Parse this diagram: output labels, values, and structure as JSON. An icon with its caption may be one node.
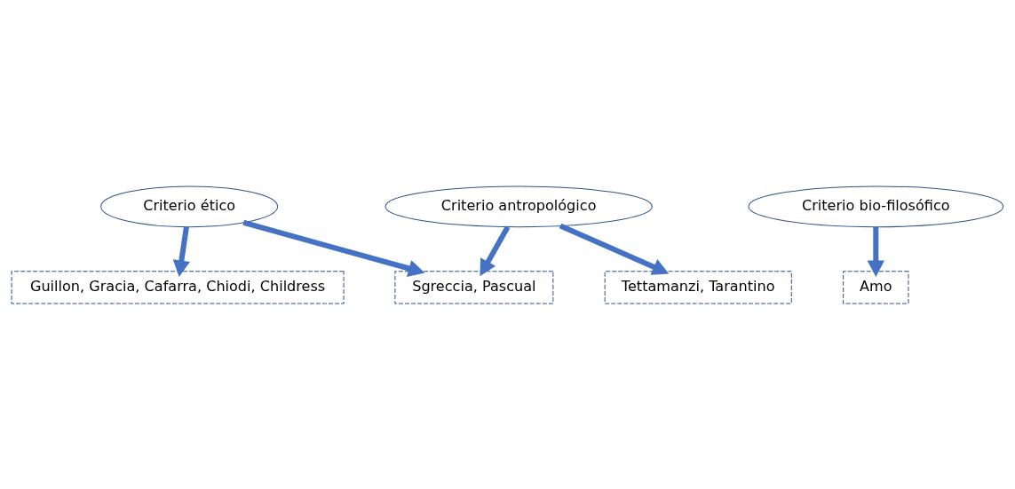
{
  "diagram": {
    "nodes": [
      {
        "text": [
          "Criterio ético"
        ]
      },
      {
        "text": [
          "Sgreccia, Pascual"
        ]
      },
      {
        "text": [
          "Guillon, Gracia, Cafarra, Chiodi, Childress"
        ]
      },
      {
        "text": [
          "Criterio antropológico"
        ]
      },
      {
        "text": [
          "Criterio bio-filosófico"
        ]
      },
      {
        "text": [
          "Tettamanzi, Tarantino"
        ]
      },
      {
        "text": [
          "Amo"
        ]
      }
    ],
    "edges": [
      {
        "from": 0,
        "to": 1,
        "arrow": "to"
      },
      {
        "from": 0,
        "to": 2,
        "arrow": "to"
      },
      {
        "from": 3,
        "to": 1,
        "arrow": "to"
      },
      {
        "from": 3,
        "to": 5,
        "arrow": "to"
      },
      {
        "from": 4,
        "to": 6,
        "arrow": "to"
      }
    ]
  }
}
